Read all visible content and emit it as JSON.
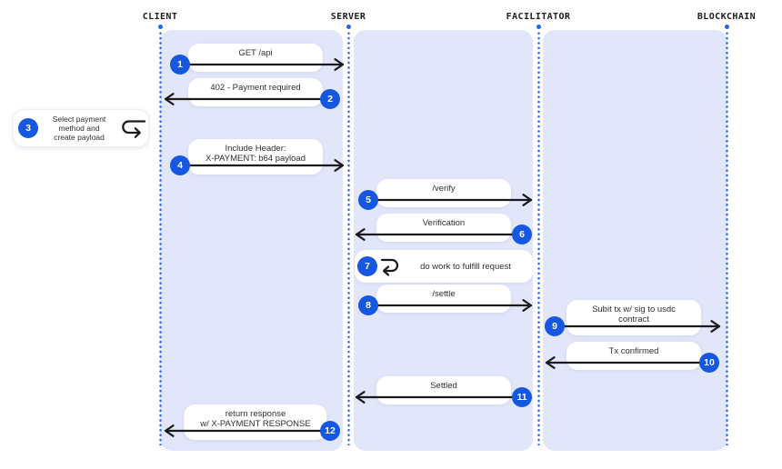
{
  "diagram_type": "sequence-diagram",
  "actors": [
    {
      "name": "CLIENT"
    },
    {
      "name": "SERVER"
    },
    {
      "name": "FACILITATOR"
    },
    {
      "name": "BLOCKCHAIN"
    }
  ],
  "steps": [
    {
      "number": "1",
      "kind": "message",
      "from": "CLIENT",
      "to": "SERVER",
      "lines": [
        "GET /api"
      ]
    },
    {
      "number": "2",
      "kind": "message",
      "from": "SERVER",
      "to": "CLIENT",
      "lines": [
        "402 - Payment required"
      ]
    },
    {
      "number": "3",
      "kind": "self-action",
      "actor": "CLIENT",
      "lines": [
        "Select payment",
        "method and",
        "create payload"
      ]
    },
    {
      "number": "4",
      "kind": "message",
      "from": "CLIENT",
      "to": "SERVER",
      "lines": [
        "Include Header:",
        "X-PAYMENT: b64 payload"
      ]
    },
    {
      "number": "5",
      "kind": "message",
      "from": "SERVER",
      "to": "FACILITATOR",
      "lines": [
        "/verify"
      ]
    },
    {
      "number": "6",
      "kind": "message",
      "from": "FACILITATOR",
      "to": "SERVER",
      "lines": [
        "Verification"
      ]
    },
    {
      "number": "7",
      "kind": "self-loop",
      "actor": "SERVER",
      "lines": [
        "do work to fulfill request"
      ]
    },
    {
      "number": "8",
      "kind": "message",
      "from": "SERVER",
      "to": "FACILITATOR",
      "lines": [
        "/settle"
      ]
    },
    {
      "number": "9",
      "kind": "message",
      "from": "FACILITATOR",
      "to": "BLOCKCHAIN",
      "lines": [
        "Subit tx w/ sig to usdc",
        "contract"
      ]
    },
    {
      "number": "10",
      "kind": "message",
      "from": "BLOCKCHAIN",
      "to": "FACILITATOR",
      "lines": [
        "Tx confirmed"
      ]
    },
    {
      "number": "11",
      "kind": "message",
      "from": "FACILITATOR",
      "to": "SERVER",
      "lines": [
        "Settled"
      ]
    },
    {
      "number": "12",
      "kind": "message",
      "from": "SERVER",
      "to": "CLIENT",
      "lines": [
        "return response",
        "w/ X-PAYMENT RESPONSE"
      ]
    }
  ],
  "colors": {
    "badge": "#1657e2",
    "lifeline": "#2a62e9",
    "panel": "#e2e6fa",
    "arrow": "#1a1a1a",
    "label_box": "#ffffff"
  }
}
